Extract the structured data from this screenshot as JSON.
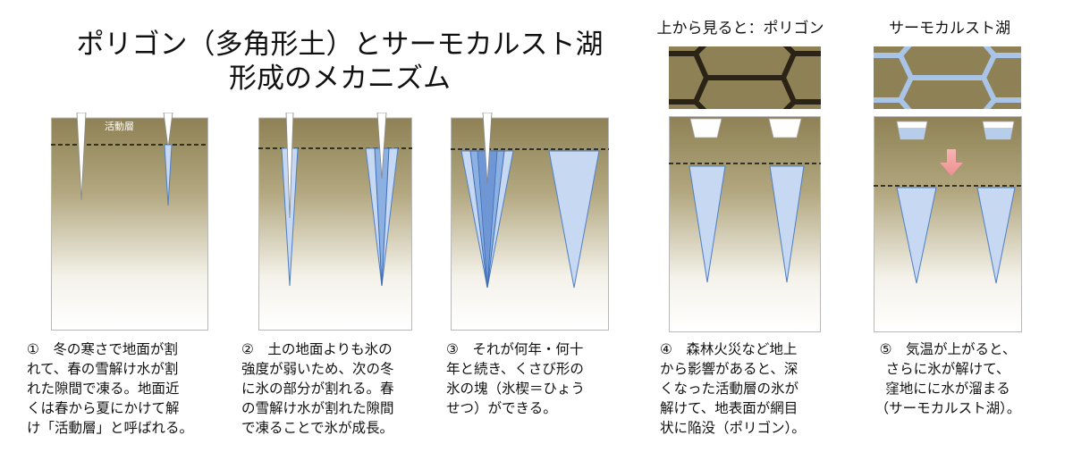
{
  "title": {
    "line1": "ポリゴン（多角形土）とサーモカルスト湖",
    "line2": "形成のメカニズム"
  },
  "top_labels": {
    "polygon": "上から見ると：ポリゴン",
    "lake": "サーモカルスト湖"
  },
  "panel1_label": "活動層",
  "captions": [
    [
      "①　冬の寒さで地面が割",
      "れて、春の雪解け水が割",
      "れた隙間で凍る。地面近",
      "くは春から夏にかけて解",
      "け「活動層」と呼ばれる。"
    ],
    [
      "②　土の地面よりも氷の",
      "強度が弱いため、次の冬",
      "に氷の部分が割れる。春",
      "の雪解け水が割れた隙間",
      "で凍ることで氷が成長。"
    ],
    [
      "③　それが何年・何十",
      "年と続き、くさび形の",
      "氷の塊（氷楔＝ひょう",
      "せつ）ができる。"
    ],
    [
      "④　森林火災など地上",
      "から影響があると、深",
      "くなった活動層の氷が",
      "解けて、地表面が網目",
      "状に陥没（ポリゴン）。"
    ],
    [
      "⑤　気温が上がると、",
      "さらに氷が解けて、",
      "窪地にに水が溜まる",
      "（サーモカルスト湖）。"
    ]
  ],
  "colors": {
    "soil_top": "#8e8155",
    "ice": "#c6d8f2",
    "ice_edge": "#4f7fc4",
    "polygon_crack": "#2b2316",
    "lake_crack": "#a9c4e6",
    "arrow": "#f3a0a0"
  }
}
